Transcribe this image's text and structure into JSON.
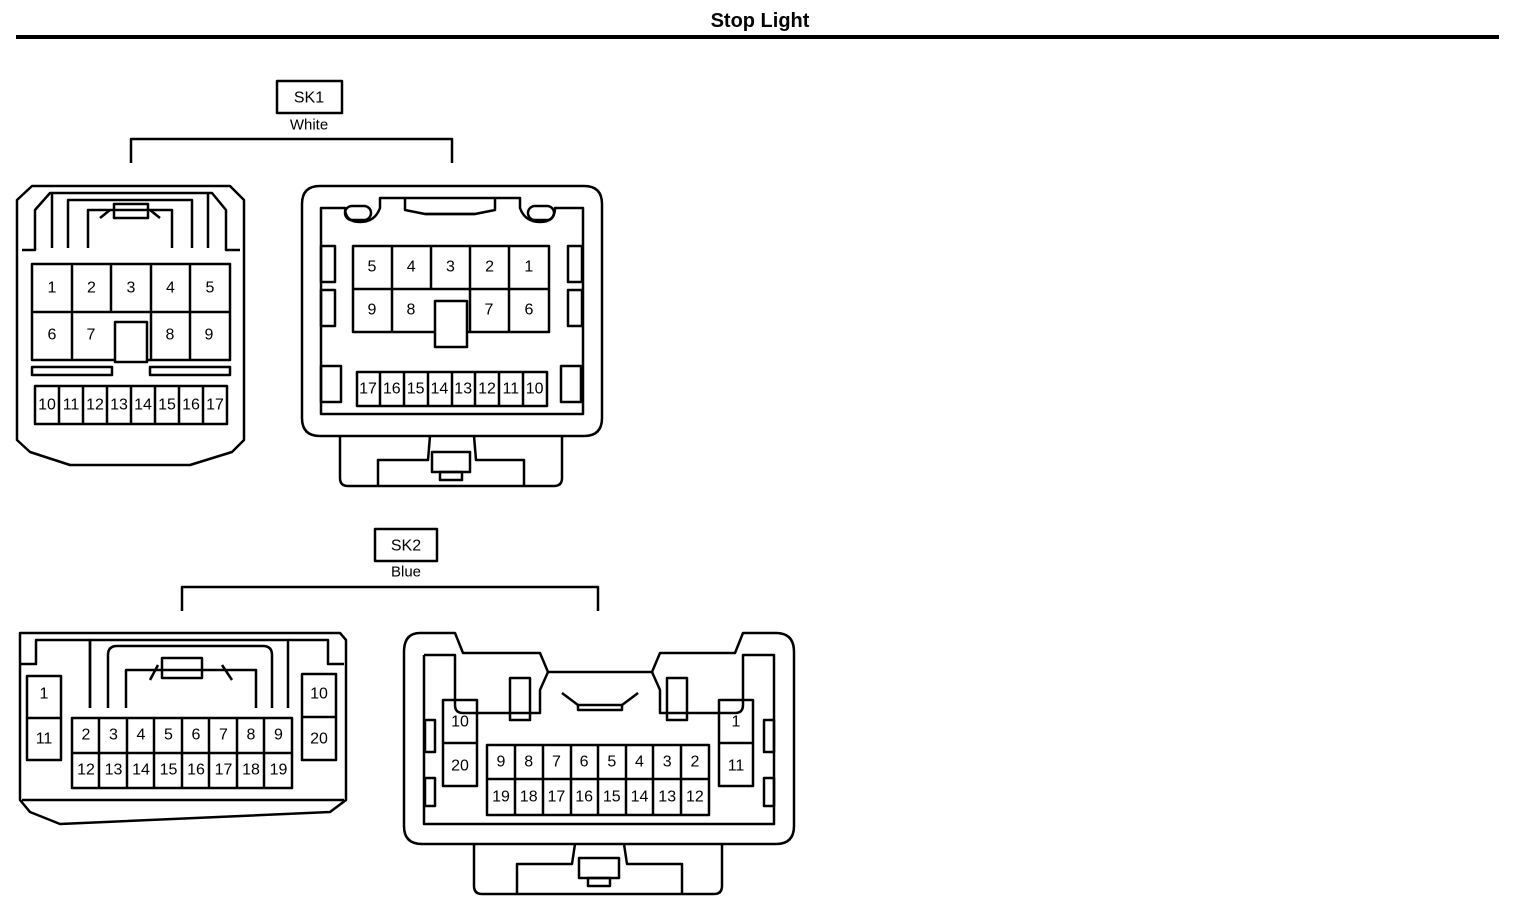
{
  "page": {
    "title": "Stop Light"
  },
  "connectors": [
    {
      "id": "SK1",
      "color": "White",
      "male_pins": [
        "1",
        "2",
        "3",
        "4",
        "5",
        "6",
        "7",
        "8",
        "9",
        "10",
        "11",
        "12",
        "13",
        "14",
        "15",
        "16",
        "17"
      ],
      "female_pins": [
        "5",
        "4",
        "3",
        "2",
        "1",
        "9",
        "8",
        "7",
        "6",
        "17",
        "16",
        "15",
        "14",
        "13",
        "12",
        "11",
        "10"
      ]
    },
    {
      "id": "SK2",
      "color": "Blue",
      "male_pins": [
        "1",
        "11",
        "10",
        "20",
        "2",
        "3",
        "4",
        "5",
        "6",
        "7",
        "8",
        "9",
        "12",
        "13",
        "14",
        "15",
        "16",
        "17",
        "18",
        "19"
      ],
      "female_pins": [
        "10",
        "20",
        "9",
        "8",
        "7",
        "6",
        "5",
        "4",
        "3",
        "2",
        "19",
        "18",
        "17",
        "16",
        "15",
        "14",
        "13",
        "12",
        "1",
        "11"
      ]
    }
  ]
}
